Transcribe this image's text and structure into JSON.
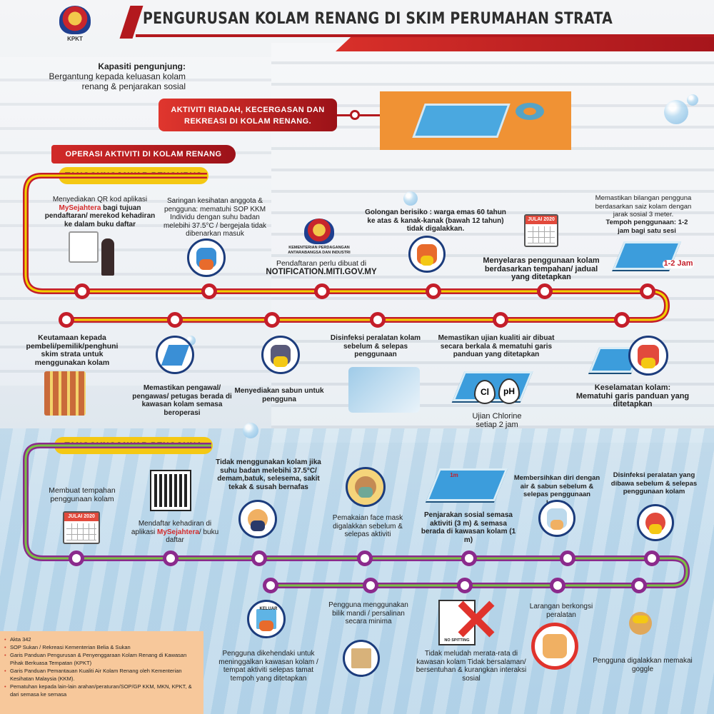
{
  "header": {
    "title": "PENGURUSAN KOLAM RENANG DI SKIM PERUMAHAN STRATA",
    "logo_label": "KPKT"
  },
  "capacity": {
    "heading": "Kapasiti pengunjung:",
    "text": "Bergantung kepada keluasan kolam renang & penjarakan sosial"
  },
  "banners": {
    "activity": "AKTIVITI RIADAH, KECERGASAN DAN REKREASI DI KOLAM RENANG.",
    "operations": "OPERASI AKTIVITI DI KOLAM RENANG",
    "manager": "TANGGUNGJAWAB PENGURUS",
    "user": "TANGGUNGJAWAB PENGGUNA"
  },
  "manager": {
    "qr_pre": "Menyediakan QR kod aplikasi ",
    "qr_app": "MySejahtera",
    "qr_post": " bagi tujuan pendaftaran/ merekod kehadiran ke dalam buku daftar",
    "screening": "Saringan kesihatan anggota & pengguna: mematuhi SOP KKM Individu dengan suhu badan melebihi 37.5°C / bergejala tidak dibenarkan masuk",
    "miti_label": "KEMENTERIAN PERDAGANGAN ANTARABANGSA DAN INDUSTRI",
    "register": "Pendaftaran perlu dibuat di",
    "register_url": "NOTIFICATION.MITI.GOV.MY",
    "risk": "Golongan berisiko : warga emas 60 tahun ke atas & kanak-kanak (bawah 12 tahun) tidak digalakkan.",
    "calendar_label": "JULAI 2020",
    "schedule": "Menyelaras penggunaan kolam berdasarkan tempahan/ jadual yang ditetapkan",
    "limit": "Memastikan bilangan pengguna berdasarkan saiz kolam dengan jarak sosial 3 meter.",
    "duration": "Tempoh penggunaan: 1-2 jam bagi satu sesi",
    "duration_tag": "1-2 Jam",
    "priority": "Keutamaan kepada pembeli/pemilik/penghuni skim strata untuk menggunakan kolam",
    "guards": "Memastikan pengawal/ pengawas/ petugas berada di kawasan kolam semasa beroperasi",
    "soap": "Menyediakan sabun untuk pengguna",
    "disinfect": "Disinfeksi peralatan kolam sebelum & selepas penggunaan",
    "water": "Memastikan ujian kualiti air dibuat secara berkala & mematuhi garis panduan yang ditetapkan",
    "chlorine_tag": "Cl",
    "ph_tag": "pH",
    "chlorine": "Ujian Chlorine setiap 2 jam",
    "safety": "Keselamatan kolam: Mematuhi garis panduan yang ditetapkan"
  },
  "user": {
    "booking": "Membuat tempahan penggunaan kolam",
    "calendar_label": "JULAI 2020",
    "register_pre": "Mendaftar kehadiran di aplikasi ",
    "register_app": "MySejahtera",
    "register_post": "/ buku daftar",
    "fever": "Tidak menggunakan kolam jika suhu badan melebihi 37.5°C/ demam,batuk, selesema, sakit tekak & susah bernafas",
    "mask": "Pemakaian face mask digalakkan sebelum & selepas aktiviti",
    "distance_tag": "1m",
    "distance": "Penjarakan sosial semasa aktiviti (3 m) & semasa berada di kawasan kolam (1 m)",
    "clean": "Membersihkan diri dengan air & sabun sebelum & selepas penggunaan kolam.",
    "disinfect_own": "Disinfeksi peralatan yang dibawa sebelum & selepas penggunaan kolam",
    "exit_tag": "KELUAR",
    "leave": "Pengguna dikehendaki untuk meninggalkan kawasan kolam / tempat aktiviti selepas tamat tempoh yang ditetapkan",
    "changing": "Pengguna menggunakan bilik mandi / persalinan secara minima",
    "nospit_tag": "NO SPITTING",
    "nospit": "Tidak meludah merata-rata di kawasan kolam Tidak bersalaman/ bersentuhan & kurangkan interaksi sosial",
    "share": "Larangan berkongsi peralatan",
    "goggle": "Pengguna digalakkan memakai goggle"
  },
  "sources": [
    "Akta 342",
    "SOP Sukan / Rekreasi Kementerian Belia & Sukan",
    "Garis Panduan Pengurusan & Penyenggaraan Kolam Renang di Kawasan Pihak Berkuasa Tempatan (KPKT)",
    "Garis Panduan Pemantauan Kualiti Air Kolam Renang oleh Kementerian Kesihatan Malaysia (KKM).",
    "Pematuhan kepada lain-lain arahan/peraturan/SOP/GP KKM, MKN, KPKT, & dari semasa ke semasa"
  ],
  "colors": {
    "manager_track": "#c41e2a",
    "manager_track_inner": "#f2d200",
    "user_track": "#8b2a8c",
    "user_track_inner": "#7bc143",
    "banner_red": "#c9252a",
    "banner_yellow": "#f4c814"
  }
}
